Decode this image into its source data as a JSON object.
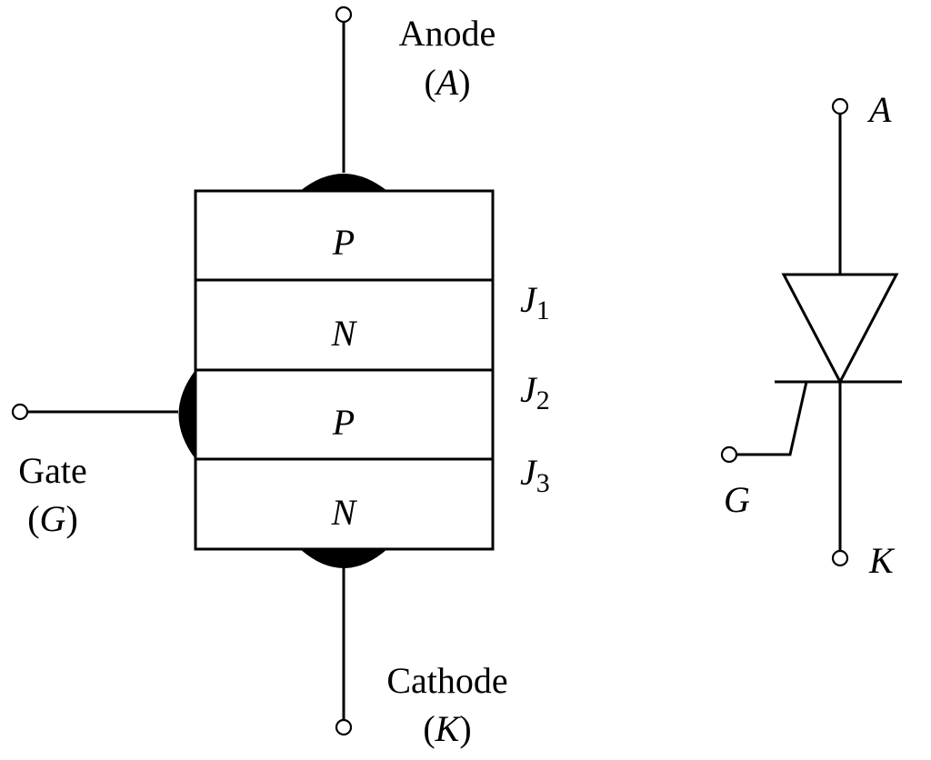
{
  "structure": {
    "terminals": {
      "anode": {
        "name": "Anode",
        "symbol": "A"
      },
      "gate": {
        "name": "Gate",
        "symbol": "G"
      },
      "cathode": {
        "name": "Cathode",
        "symbol": "K"
      }
    },
    "layers": [
      "P",
      "N",
      "P",
      "N"
    ],
    "junctions": [
      {
        "letter": "J",
        "index": "1"
      },
      {
        "letter": "J",
        "index": "2"
      },
      {
        "letter": "J",
        "index": "3"
      }
    ]
  },
  "symbol": {
    "anode_label": "A",
    "gate_label": "G",
    "cathode_label": "K"
  },
  "colors": {
    "ink": "#000000",
    "background": "#ffffff"
  }
}
